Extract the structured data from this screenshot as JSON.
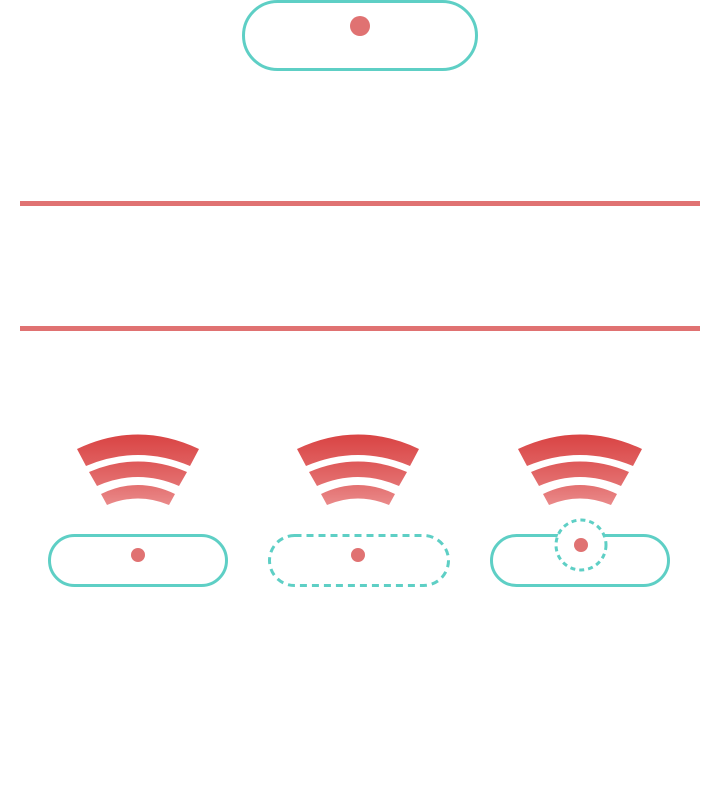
{
  "colors": {
    "background": "#ffffff",
    "teal": "#5ecfc5",
    "red": "#e07272",
    "red_dark": "#dc4b4b",
    "red_mid": "#e06565",
    "red_light": "#e98585"
  },
  "top_device": {
    "icon": "device-pill-icon",
    "indicator": "indicator-dot-icon"
  },
  "barrier": {
    "icon": "parallel-lines-icon"
  },
  "states": [
    {
      "id": "connected",
      "icon": "signal-waves-icon",
      "outline": "solid",
      "indicator_ring": false
    },
    {
      "id": "dashed",
      "icon": "signal-waves-icon",
      "outline": "dashed",
      "indicator_ring": false
    },
    {
      "id": "ringed",
      "icon": "signal-waves-icon",
      "outline": "solid",
      "indicator_ring": true
    }
  ]
}
